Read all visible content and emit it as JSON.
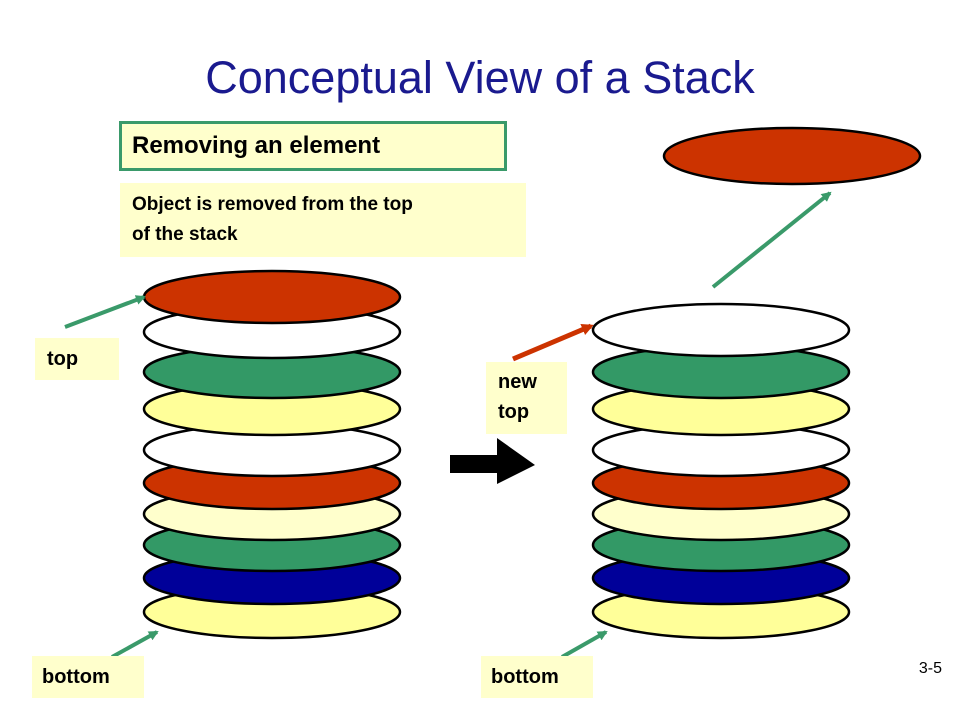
{
  "slide": {
    "title": "Conceptual View of a Stack",
    "heading": "Removing an element",
    "description_line1": "Object is removed from the top",
    "description_line2": "of the stack",
    "label_top": "top",
    "label_new_top_line1": "new",
    "label_new_top_line2": "top",
    "label_bottom_left": "bottom",
    "label_bottom_right": "bottom",
    "slide_number": "3-5"
  },
  "colors": {
    "title": "#1a1a8f",
    "label_background": "#ffffcc",
    "box_border": "#3a9a6a",
    "pointer_green": "#3a9a6a",
    "pointer_red": "#cc3300",
    "transition_arrow": "#000000"
  },
  "stacks": {
    "left_disk_colors_top_to_bottom": [
      "#cc3300",
      "#ffffff",
      "#339966",
      "#ffff99",
      "#ffffff",
      "#cc3300",
      "#ffffcc",
      "#339966",
      "#000099",
      "#ffff99"
    ],
    "right_disk_colors_top_to_bottom": [
      "#ffffff",
      "#339966",
      "#ffff99",
      "#ffffff",
      "#cc3300",
      "#ffffcc",
      "#339966",
      "#000099",
      "#ffff99"
    ],
    "removed_disk_color": "#cc3300"
  }
}
